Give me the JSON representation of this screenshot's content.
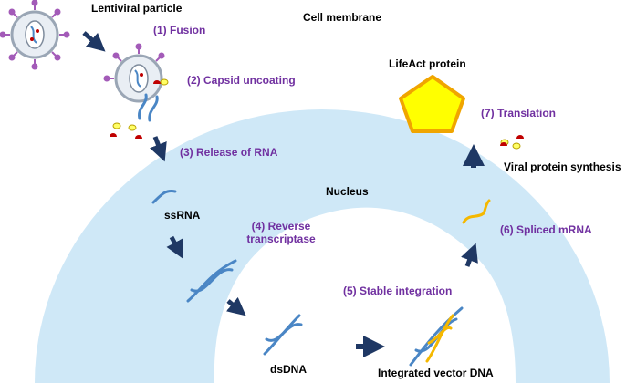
{
  "labels": {
    "lentiviral_particle": "Lentiviral particle",
    "cell_membrane": "Cell membrane",
    "nucleus": "Nucleus",
    "lifeact_protein": "LifeAct protein",
    "viral_protein_synthesis": "Viral protein synthesis",
    "ssrna": "ssRNA",
    "dsdna": "dsDNA",
    "integrated_vector_dna": "Integrated vector DNA"
  },
  "steps": [
    {
      "label": "(1) Fusion"
    },
    {
      "label": "(2) Capsid uncoating"
    },
    {
      "label": "(3) Release of RNA"
    },
    {
      "label": "(4) Reverse transcriptase"
    },
    {
      "label": "(5) Stable integration"
    },
    {
      "label": "(6) Spliced mRNA"
    },
    {
      "label": "(7) Translation"
    }
  ],
  "colors": {
    "cell_fill": "#cfe8f7",
    "arrow": "#1f3864",
    "rna": "#4a86c5",
    "mrna": "#f5b800",
    "protein": "#ffff00",
    "step_text": "#7030a0"
  }
}
